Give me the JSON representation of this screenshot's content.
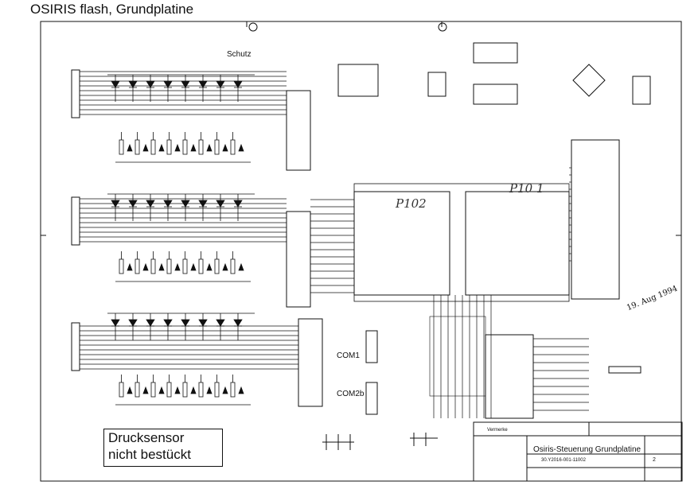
{
  "page": {
    "title": "OSIRIS flash, Grundplatine"
  },
  "labels": {
    "schutz": "Schutz",
    "com1": "COM1",
    "com2b": "COM2b",
    "handwritten_ic1": "P102",
    "handwritten_ic2": "P10 1",
    "handwritten_date": "19. Aug 1994"
  },
  "note": {
    "line1": "Drucksensor",
    "line2": "nicht bestückt"
  },
  "title_block": {
    "vermerke": "Vermerke",
    "title": "Osiris-Steuerung Grundplatine",
    "drawing_number": "30.Y2016-001-11002",
    "sheet": "2"
  },
  "colors": {
    "ink": "#111111",
    "paper": "#ffffff"
  }
}
